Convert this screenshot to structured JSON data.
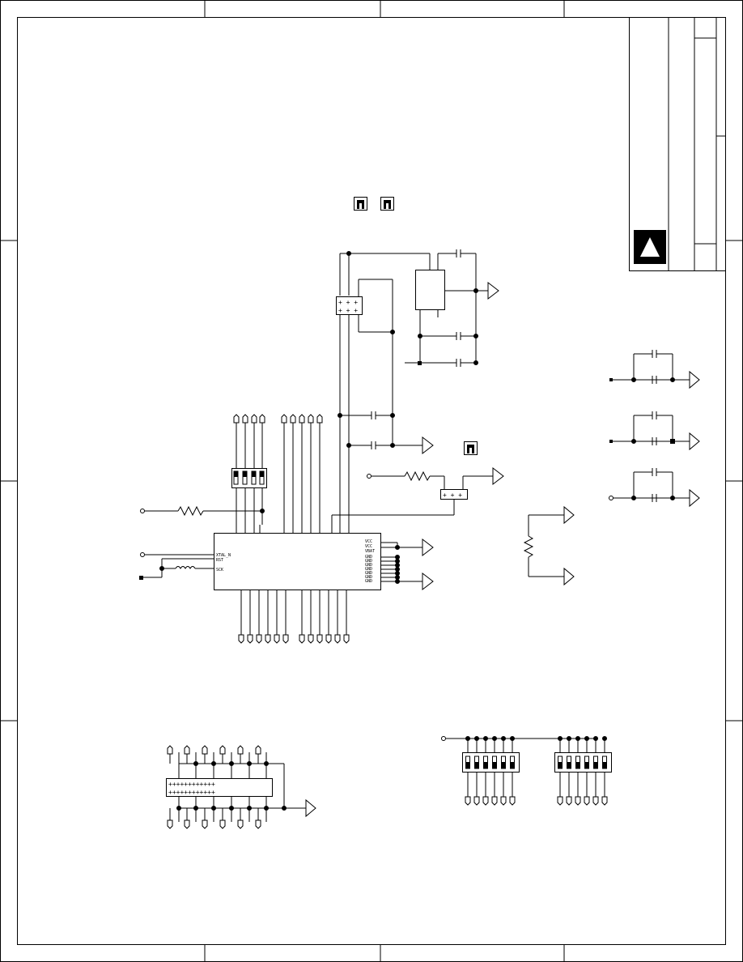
{
  "sheet": {
    "title": "",
    "ic_pin_labels_left": [
      "XTAL_N",
      "RST",
      "SCK"
    ],
    "ic_pin_labels_right_top": [
      "VCC",
      "VCC",
      "VBAT"
    ],
    "ic_pin_labels_right_bottom": [
      "GND",
      "GND",
      "GND",
      "GND",
      "GND",
      "GND",
      "GND"
    ]
  },
  "colors": {
    "ink": "#000000",
    "paper": "#ffffff"
  },
  "icons": {
    "warning": "warning-triangle-icon",
    "ground": "ground-triangle-icon",
    "pad": "test-pad-icon"
  }
}
